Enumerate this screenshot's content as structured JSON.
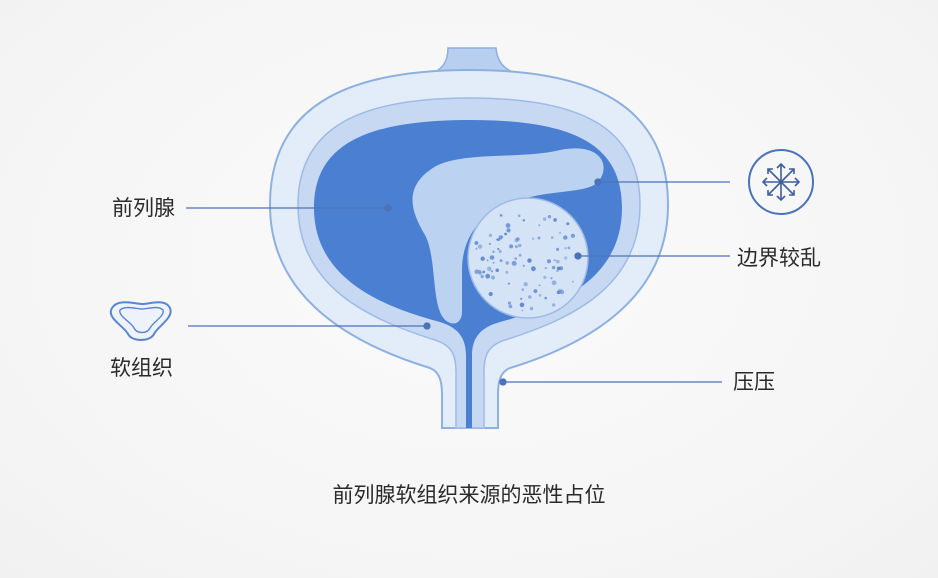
{
  "labels": {
    "prostate": "前列腺",
    "soft_tissue": "软组织",
    "irregular_border": "边界较乱",
    "compression": "压压"
  },
  "caption": "前列腺软组织来源的恶性占位",
  "icons": {
    "soft_tissue_icon": "soft-tissue-outline-icon",
    "border_icon": "scattered-arrows-icon"
  },
  "colors": {
    "outer_shell": "#e3ecf9",
    "outer_stroke": "#8eb0df",
    "inner_ring": "#c7d8f2",
    "lumen": "#4a7fd1",
    "lobe": "#bcd2f1",
    "lesion": "#d5e3f6",
    "dot": "#5b86cf",
    "leader": "#4b73b8"
  }
}
